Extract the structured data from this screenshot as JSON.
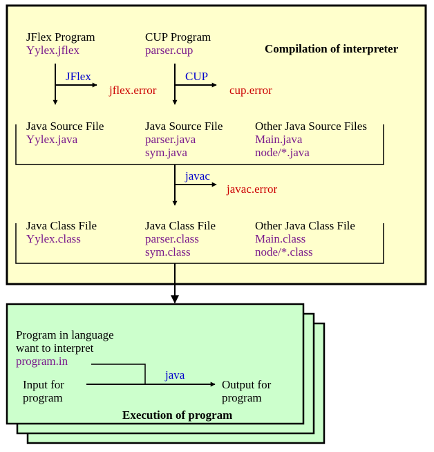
{
  "colors": {
    "compile_panel": "#ffffcc",
    "exec_panel": "#ccffcc",
    "filename": "#7a1a8c",
    "tool": "#0000cc",
    "error": "#cc0000"
  },
  "compilation": {
    "title": "Compilation of interpreter",
    "jflex": {
      "heading": "JFlex Program",
      "file": "Yylex.jflex",
      "tool": "JFlex",
      "error": "jflex.error"
    },
    "cup": {
      "heading": "CUP Program",
      "file": "parser.cup",
      "tool": "CUP",
      "error": "cup.error"
    },
    "sources": [
      {
        "heading": "Java Source File",
        "files": [
          "Yylex.java"
        ]
      },
      {
        "heading": "Java Source File",
        "files": [
          "parser.java",
          "sym.java"
        ]
      },
      {
        "heading": "Other Java Source Files",
        "files": [
          "Main.java",
          "node/*.java"
        ]
      }
    ],
    "javac": {
      "tool": "javac",
      "error": "javac.error"
    },
    "classes": [
      {
        "heading": "Java Class File",
        "files": [
          "Yylex.class"
        ]
      },
      {
        "heading": "Java Class File",
        "files": [
          "parser.class",
          "sym.class"
        ]
      },
      {
        "heading": "Other Java Class File",
        "files": [
          "Main.class",
          "node/*.class"
        ]
      }
    ]
  },
  "execution": {
    "title": "Execution of program",
    "program": {
      "line1": "Program in language",
      "line2": "want to interpret",
      "file": "program.in"
    },
    "input": {
      "line1": "Input for",
      "line2": "program"
    },
    "tool": "java",
    "output": {
      "line1": "Output for",
      "line2": "program"
    }
  }
}
